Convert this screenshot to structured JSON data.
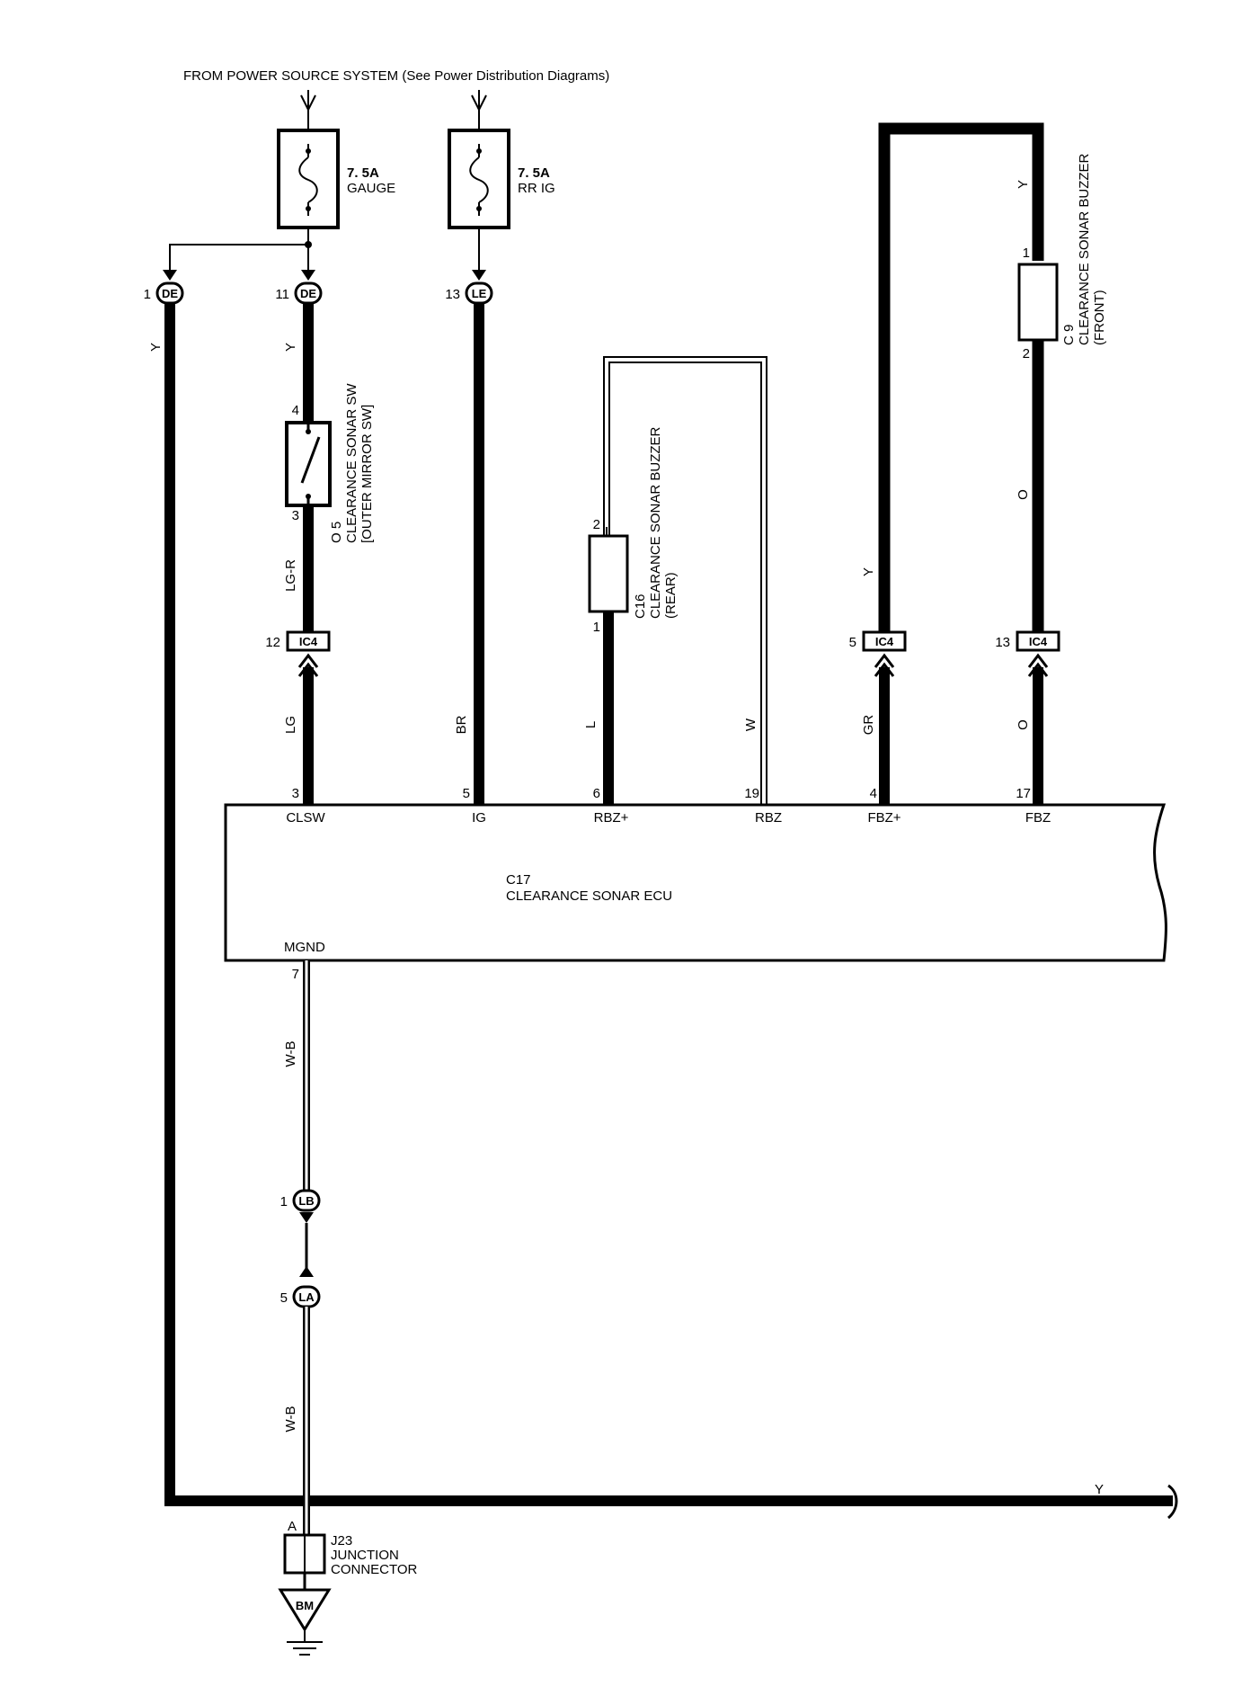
{
  "header": {
    "power_source": "FROM POWER SOURCE SYSTEM (See Power Distribution Diagrams)"
  },
  "fuses": {
    "gauge": {
      "rating": "7. 5A",
      "name": "GAUGE"
    },
    "rr_ig": {
      "rating": "7. 5A",
      "name": "RR IG"
    }
  },
  "connectors": {
    "de1": {
      "pin": "1",
      "id": "DE"
    },
    "de11": {
      "pin": "11",
      "id": "DE"
    },
    "le13": {
      "pin": "13",
      "id": "LE"
    },
    "ic4_12": {
      "pin": "12",
      "id": "IC4"
    },
    "ic4_5": {
      "pin": "5",
      "id": "IC4"
    },
    "ic4_13": {
      "pin": "13",
      "id": "IC4"
    },
    "lb1": {
      "pin": "1",
      "id": "LB"
    },
    "la5": {
      "pin": "5",
      "id": "LA"
    },
    "bm": {
      "id": "BM"
    }
  },
  "components": {
    "o5": {
      "code": "O 5",
      "name": "CLEARANCE SONAR SW",
      "sub": "[OUTER MIRROR SW]",
      "pin_top": "4",
      "pin_bottom": "3"
    },
    "c16": {
      "code": "C16",
      "name": "CLEARANCE SONAR BUZZER",
      "sub": "(REAR)",
      "pin_top": "2",
      "pin_bottom": "1"
    },
    "c9": {
      "code": "C 9",
      "name": "CLEARANCE SONAR BUZZER",
      "sub": "(FRONT)",
      "pin_top": "1",
      "pin_bottom": "2"
    },
    "j23": {
      "code": "J23",
      "line1": "JUNCTION",
      "line2": "CONNECTOR",
      "pin": "A"
    }
  },
  "ecu": {
    "code": "C17",
    "name": "CLEARANCE SONAR ECU",
    "pins": [
      {
        "num": "3",
        "name": "CLSW"
      },
      {
        "num": "5",
        "name": "IG"
      },
      {
        "num": "6",
        "name": "RBZ+"
      },
      {
        "num": "19",
        "name": "RBZ"
      },
      {
        "num": "4",
        "name": "FBZ+"
      },
      {
        "num": "17",
        "name": "FBZ"
      }
    ],
    "ground_pin": {
      "num": "7",
      "name": "MGND"
    }
  },
  "wire_colors": {
    "y_left": "Y",
    "y_de11": "Y",
    "lg_r": "LG-R",
    "lg": "LG",
    "br": "BR",
    "l": "L",
    "w": "W",
    "y_fbz": "Y",
    "gr": "GR",
    "y_c9": "Y",
    "o_mid": "O",
    "o_low": "O",
    "wb_upper": "W-B",
    "wb_lower": "W-B",
    "y_bottom": "Y"
  }
}
